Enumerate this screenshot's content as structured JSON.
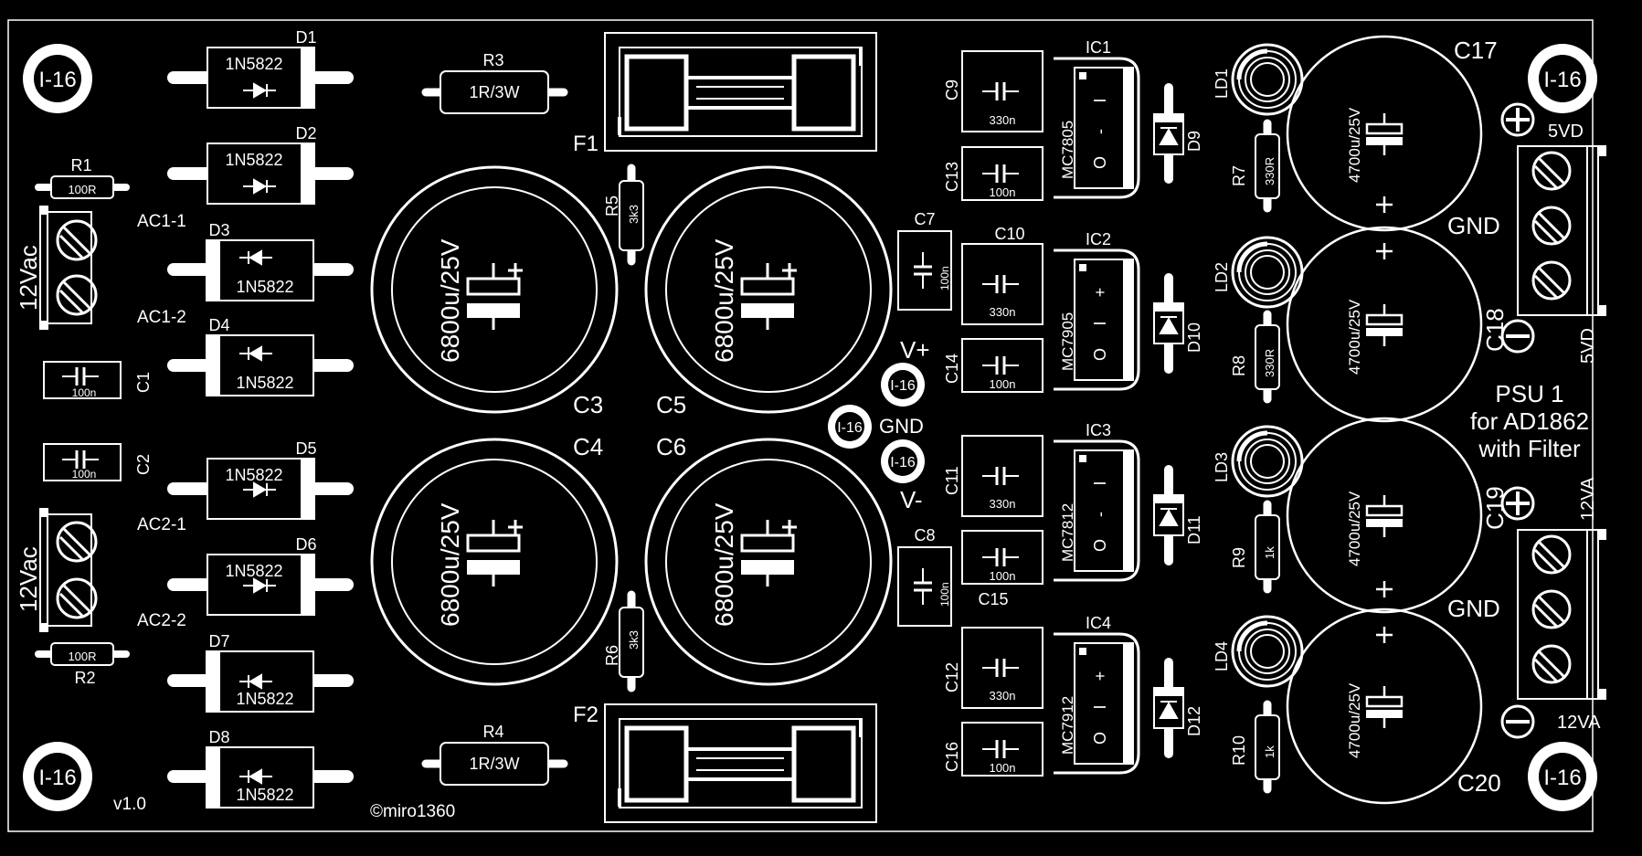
{
  "colors": {
    "background": "#000000",
    "silkscreen": "#ffffff"
  },
  "mounting_label": "I-16",
  "rectifier_diode_value": "1N5822",
  "labels": {
    "D1": "D1",
    "D2": "D2",
    "D3": "D3",
    "D4": "D4",
    "D5": "D5",
    "D6": "D6",
    "D7": "D7",
    "D8": "D8",
    "D9": "D9",
    "D10": "D10",
    "D11": "D11",
    "D12": "D12",
    "R1": "R1",
    "R2": "R2",
    "R3": "R3",
    "R4": "R4",
    "R5": "R5",
    "R6": "R6",
    "R7": "R7",
    "R8": "R8",
    "R9": "R9",
    "R10": "R10",
    "C1": "C1",
    "C2": "C2",
    "C3": "C3",
    "C4": "C4",
    "C5": "C5",
    "C6": "C6",
    "C7": "C7",
    "C8": "C8",
    "C9": "C9",
    "C10": "C10",
    "C11": "C11",
    "C12": "C12",
    "C13": "C13",
    "C14": "C14",
    "C15": "C15",
    "C16": "C16",
    "C17": "C17",
    "C18": "C18",
    "C19": "C19",
    "C20": "C20",
    "IC1": "IC1",
    "IC2": "IC2",
    "IC3": "IC3",
    "IC4": "IC4",
    "LD1": "LD1",
    "LD2": "LD2",
    "LD3": "LD3",
    "LD4": "LD4",
    "F1": "F1",
    "F2": "F2"
  },
  "values": {
    "R1": "100R",
    "R2": "100R",
    "R3": "1R/3W",
    "R4": "1R/3W",
    "R5": "3k3",
    "R6": "3k3",
    "R7": "330R",
    "R8": "330R",
    "R9": "1k",
    "R10": "1k",
    "C1": "100n",
    "C2": "100n",
    "C7": "100n",
    "C8": "100n",
    "C9": "330n",
    "C10": "330n",
    "C11": "330n",
    "C12": "330n",
    "C13": "100n",
    "C14": "100n",
    "C15": "100n",
    "C16": "100n",
    "big_cap": "6800u/25V",
    "output_cap": "4700u/25V",
    "IC1": "MC7805",
    "IC2": "MC7905",
    "IC3": "MC7812",
    "IC4": "MC7912"
  },
  "ic_pins": {
    "IC1": [
      "I",
      "-",
      "O"
    ],
    "IC2": [
      "+",
      "I",
      "O"
    ],
    "IC3": [
      "I",
      "-",
      "O"
    ],
    "IC4": [
      "+",
      "I",
      "O"
    ]
  },
  "connectors": {
    "in1_label": "12Vac",
    "in2_label": "12Vac",
    "ac1_1": "AC1-1",
    "ac1_2": "AC1-2",
    "ac2_1": "AC2-1",
    "ac2_2": "AC2-2",
    "out1_top": "5VD",
    "out1_gnd": "GND",
    "out1_bottom": "5VD",
    "out2_top": "12VA",
    "out2_gnd": "GND",
    "out2_bottom": "12VA"
  },
  "rails": {
    "vplus": "V+",
    "gnd": "GND",
    "vminus": "V-"
  },
  "title": {
    "line1": "PSU 1",
    "line2": "for AD1862",
    "line3": "with Filter"
  },
  "version": "v1.0",
  "copyright": "©miro1360"
}
